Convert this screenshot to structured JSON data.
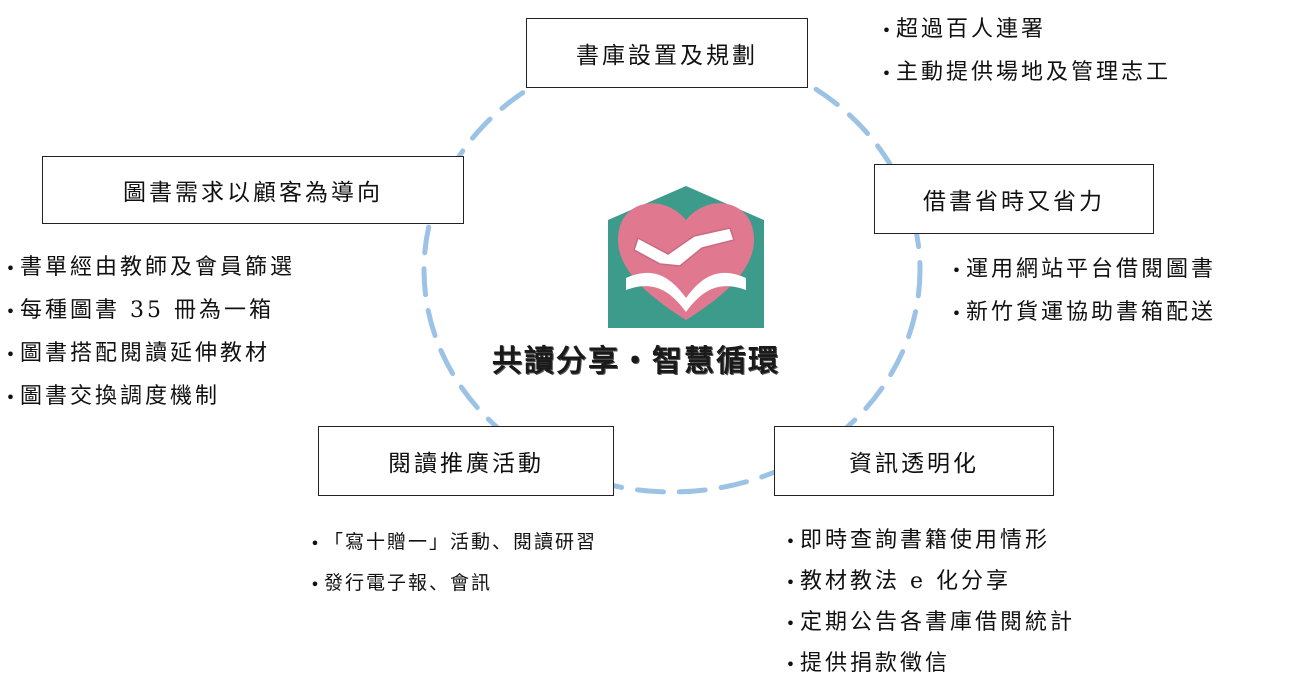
{
  "center": {
    "slogan": "共讀分享・智慧循環"
  },
  "colors": {
    "ring": "#9cc3e6",
    "heart": "#e0798f",
    "house": "#3d9b8c",
    "book_pages": "#ffffff"
  },
  "nodes": {
    "top": {
      "title": "書庫設置及規劃",
      "items": [
        "超過百人連署",
        "主動提供場地及管理志工"
      ]
    },
    "left": {
      "title": "圖書需求以顧客為導向",
      "items": [
        "書單經由教師及會員篩選",
        "每種圖書 35 冊為一箱",
        "圖書搭配閱讀延伸教材",
        "圖書交換調度機制"
      ]
    },
    "right": {
      "title": "借書省時又省力",
      "items": [
        "運用網站平台借閱圖書",
        "新竹貨運協助書箱配送"
      ]
    },
    "bottom_left": {
      "title": "閱讀推廣活動",
      "items": [
        "「寫十贈一」活動、閱讀研習",
        "發行電子報、會訊"
      ]
    },
    "bottom_right": {
      "title": "資訊透明化",
      "items": [
        "即時查詢書籍使用情形",
        "教材教法 e 化分享",
        "定期公告各書庫借閱統計",
        "提供捐款徵信"
      ]
    }
  },
  "bullet": "•"
}
